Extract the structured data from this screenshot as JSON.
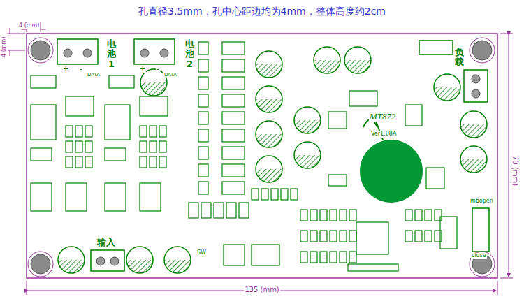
{
  "diagram": {
    "title": "孔直径3.5mm，孔中心距边均为4mm，整体高度约2cm",
    "labels": [
      "4 (mm)",
      "4 (mm)",
      "电池1",
      "电池2",
      "+",
      "-",
      "DATA",
      "+",
      "-",
      "DATA",
      "负载",
      "MT872",
      "Ver1.08A",
      "输入",
      "mbopen",
      "close",
      "SW",
      "135 (mm)",
      "70 (mm)"
    ]
  }
}
